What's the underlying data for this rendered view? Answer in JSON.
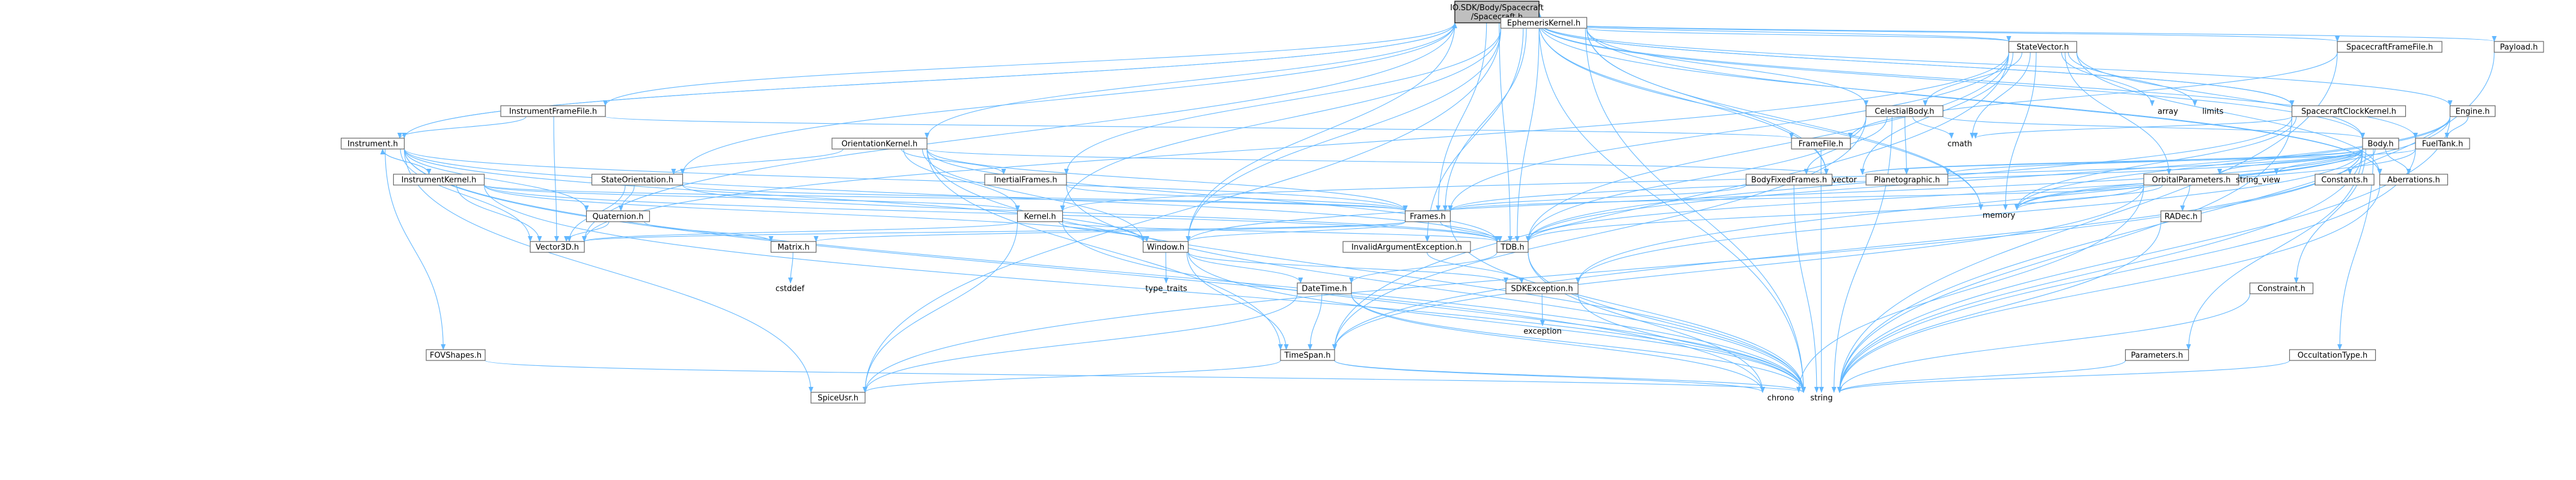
{
  "root": [
    "IO.SDK/Body/Spacecraft",
    "/Spacecraft.h"
  ],
  "nodes": {
    "ephk": "EphemerisKernel.h",
    "sv": "StateVector.h",
    "sff": "SpacecraftFrameFile.h",
    "pay": "Payload.h",
    "cb": "CelestialBody.h",
    "scck": "SpacecraftClockKernel.h",
    "eng": "Engine.h",
    "arr": "array",
    "lim": "limits",
    "iff": "InstrumentFrameFile.h",
    "inst": "Instrument.h",
    "ok": "OrientationKernel.h",
    "ff": "FrameFile.h",
    "cmath": "cmath",
    "body": "Body.h",
    "ft": "FuelTank.h",
    "vec": "vector",
    "ik": "InstrumentKernel.h",
    "so": "StateOrientation.h",
    "if": "InertialFrames.h",
    "bff": "BodyFixedFrames.h",
    "pg": "Planetographic.h",
    "op": "OrbitalParameters.h",
    "sv2": "string_view",
    "const": "Constants.h",
    "aber": "Aberrations.h",
    "quat": "Quaternion.h",
    "kern": "Kernel.h",
    "frames": "Frames.h",
    "radec": "RADec.h",
    "mem": "memory",
    "v3d": "Vector3D.h",
    "mat": "Matrix.h",
    "win": "Window.h",
    "iae": "InvalidArgumentException.h",
    "tdb": "TDB.h",
    "cstd": "cstddef",
    "tt": "type_traits",
    "dt": "DateTime.h",
    "sdke": "SDKException.h",
    "constr": "Constraint.h",
    "exc": "exception",
    "fov": "FOVShapes.h",
    "ts": "TimeSpan.h",
    "par": "Parameters.h",
    "occ": "OccultationType.h",
    "su": "SpiceUsr.h",
    "chr": "chrono",
    "str": "string"
  }
}
